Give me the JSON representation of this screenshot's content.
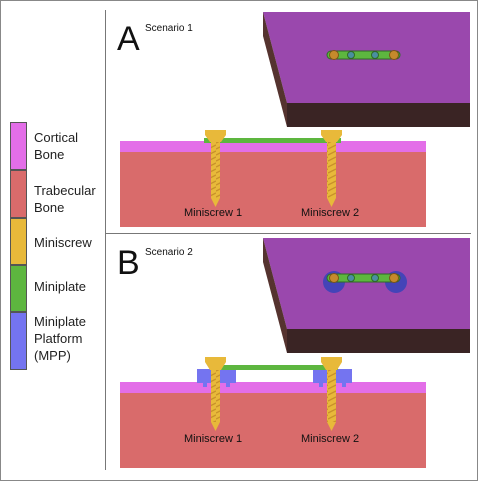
{
  "legend": [
    {
      "label": "Cortical\nBone",
      "color": "#e36ee8"
    },
    {
      "label": "Trabecular\nBone",
      "color": "#d96b6b"
    },
    {
      "label": "Miniscrew",
      "color": "#e8b93a"
    },
    {
      "label": "Miniplate",
      "color": "#5db63f"
    },
    {
      "label": "Miniplate\nPlatform\n(MPP)",
      "color": "#7474f0"
    }
  ],
  "panels": [
    {
      "letter": "A",
      "scenario": "Scenario 1",
      "screw_left": "Miniscrew 1",
      "screw_right": "Miniscrew 2"
    },
    {
      "letter": "B",
      "scenario": "Scenario 2",
      "screw_left": "Miniscrew 1",
      "screw_right": "Miniscrew 2"
    }
  ],
  "colors": {
    "cortical": "#e36ee8",
    "trabecular": "#d96b6b",
    "screw": "#e8b93a",
    "plate": "#5db63f",
    "platform": "#7474f0",
    "block_top": "#9a48ad",
    "block_side": "#55332f",
    "block_front": "#3a2424"
  }
}
